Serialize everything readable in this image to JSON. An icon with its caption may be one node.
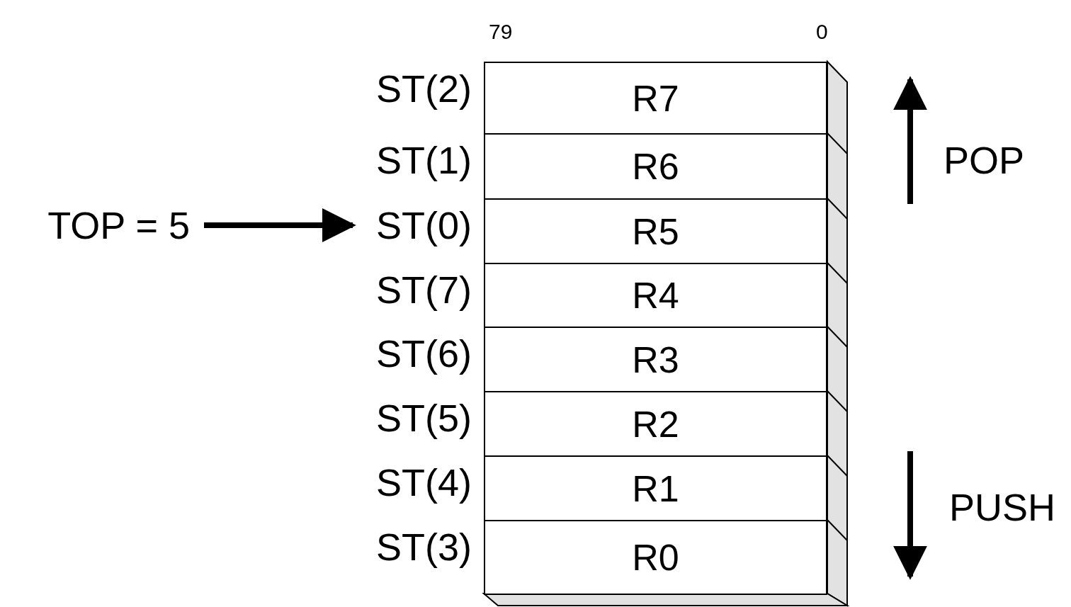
{
  "diagram": {
    "nodes": [
      {
        "text": [
          "ST(2)"
        ]
      },
      {
        "text": [
          "ST(1)"
        ]
      },
      {
        "text": [
          "ST(0)"
        ]
      },
      {
        "text": [
          "ST(7)"
        ]
      },
      {
        "text": [
          "ST(6)"
        ]
      },
      {
        "text": [
          "ST(5)"
        ]
      },
      {
        "text": [
          "ST(4)"
        ]
      },
      {
        "text": [
          "ST(3)"
        ]
      },
      {
        "text": [
          "R7"
        ]
      },
      {
        "text": [
          "R6"
        ]
      },
      {
        "text": [
          "R5"
        ]
      },
      {
        "text": [
          "R4"
        ]
      },
      {
        "text": [
          "R3"
        ]
      },
      {
        "text": [
          "R2"
        ]
      },
      {
        "text": [
          "R1"
        ]
      },
      {
        "text": [
          "R0"
        ]
      },
      {
        "text": [
          "TOP = 5"
        ]
      }
    ],
    "edges": [
      {
        "from": 16,
        "to": 2,
        "arrow": "to"
      }
    ],
    "labels": [
      "79",
      "0",
      "POP",
      "PUSH"
    ]
  }
}
